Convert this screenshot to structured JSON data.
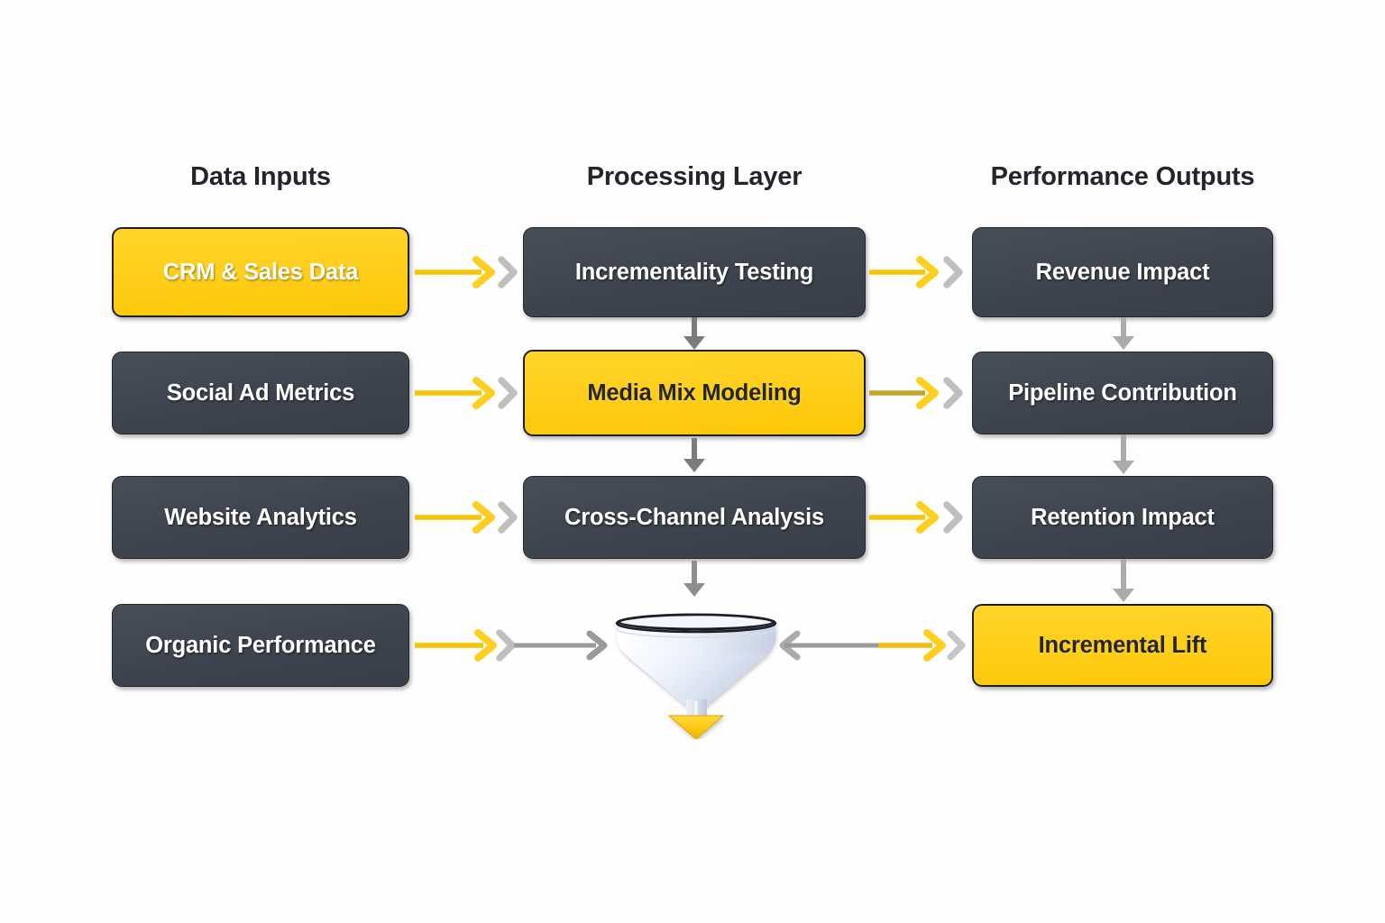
{
  "diagram": {
    "title_columns": [
      {
        "id": "inputs",
        "label": "Data Inputs"
      },
      {
        "id": "process",
        "label": "Processing Layer"
      },
      {
        "id": "outputs",
        "label": "Performance Outputs"
      }
    ],
    "columns": {
      "inputs": {
        "heading": "Data Inputs",
        "nodes": [
          {
            "label": "CRM & Sales Data",
            "style": "accent-light-text"
          },
          {
            "label": "Social Ad Metrics",
            "style": "dark"
          },
          {
            "label": "Website Analytics",
            "style": "dark"
          },
          {
            "label": "Organic Performance",
            "style": "dark"
          }
        ]
      },
      "process": {
        "heading": "Processing Layer",
        "nodes": [
          {
            "label": "Incrementality Testing",
            "style": "dark"
          },
          {
            "label": "Media Mix Modeling",
            "style": "accent"
          },
          {
            "label": "Cross-Channel Analysis",
            "style": "dark"
          },
          {
            "label": "funnel-icon",
            "style": "icon"
          }
        ]
      },
      "outputs": {
        "heading": "Performance Outputs",
        "nodes": [
          {
            "label": "Revenue Impact",
            "style": "dark"
          },
          {
            "label": "Pipeline Contribution",
            "style": "dark"
          },
          {
            "label": "Retention Impact",
            "style": "dark"
          },
          {
            "label": "Incremental Lift",
            "style": "accent"
          }
        ]
      }
    },
    "icons": {
      "funnel": "funnel-icon",
      "arrow_right": "arrow-right-icon",
      "arrow_down": "arrow-down-icon",
      "arrow_left": "arrow-left-icon",
      "chevron_right": "chevron-right-icon"
    },
    "colors": {
      "accent": "#FFCE1E",
      "accent_deep": "#F5BE00",
      "dark_node": "#3E444E",
      "dark_border": "#23272D",
      "arrow_gray_dark": "#7C7C7C",
      "arrow_gray_light": "#ABABAB",
      "chevron_gray": "#BFBFBF",
      "heading_text": "#22252A",
      "background": "#FEFEFE"
    }
  }
}
